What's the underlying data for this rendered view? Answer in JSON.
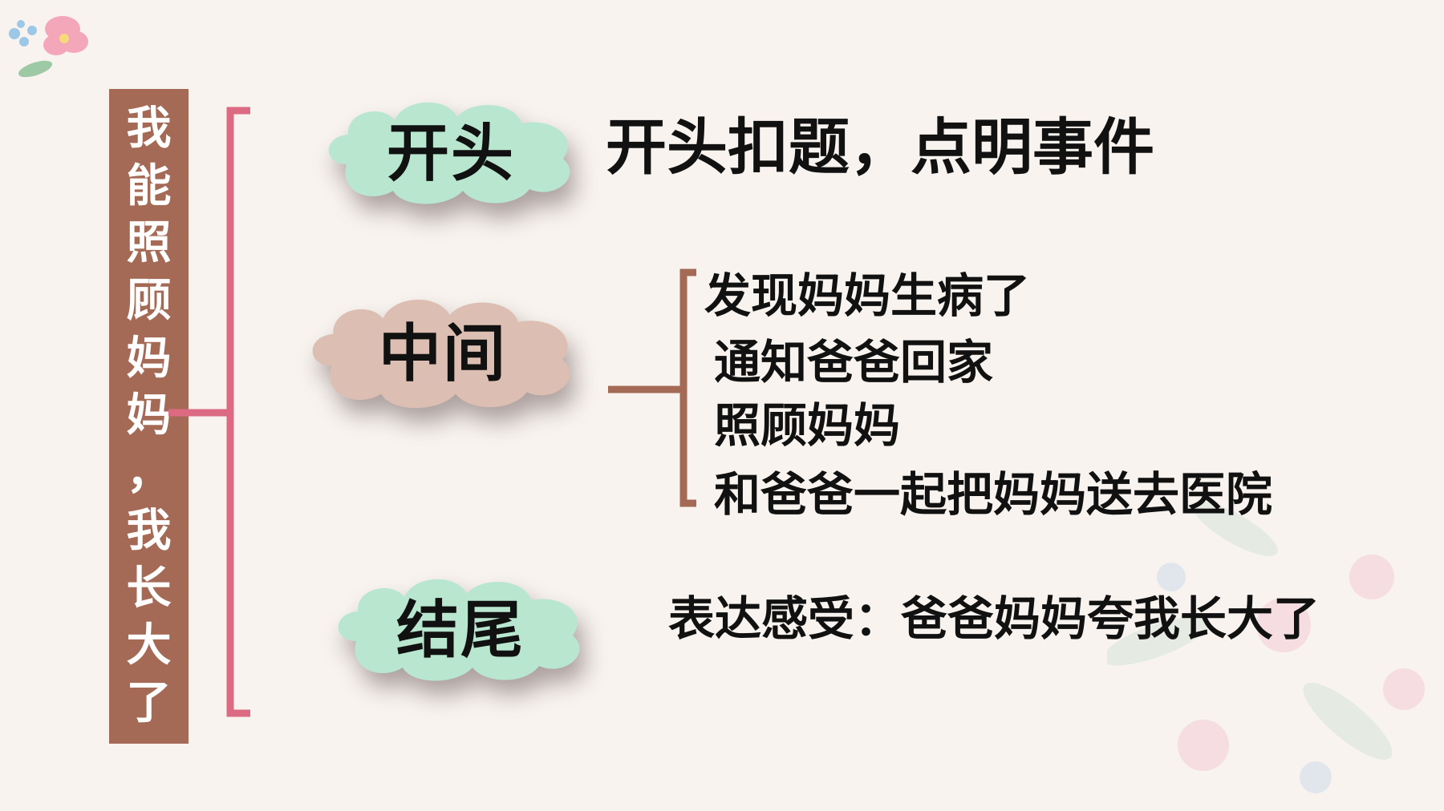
{
  "title_chars": [
    "我",
    "能",
    "照",
    "顾",
    "妈",
    "妈",
    "，",
    "我",
    "长",
    "大",
    "了"
  ],
  "sections": [
    {
      "label": "开头",
      "color": "#b8e6cf",
      "text": "开头扣题，点明事件"
    },
    {
      "label": "中间",
      "color": "#dcbfb2",
      "items": [
        "发现妈妈生病了",
        "通知爸爸回家",
        "照顾妈妈",
        "和爸爸一起把妈妈送去医院"
      ]
    },
    {
      "label": "结尾",
      "color": "#b8e6cf",
      "text": "表达感受：爸爸妈妈夸我长大了"
    }
  ],
  "colors": {
    "title_bar": "#a46a56",
    "main_bracket": "#dc6a82",
    "sub_bracket": "#a46a56",
    "background": "#f8f3ef"
  }
}
